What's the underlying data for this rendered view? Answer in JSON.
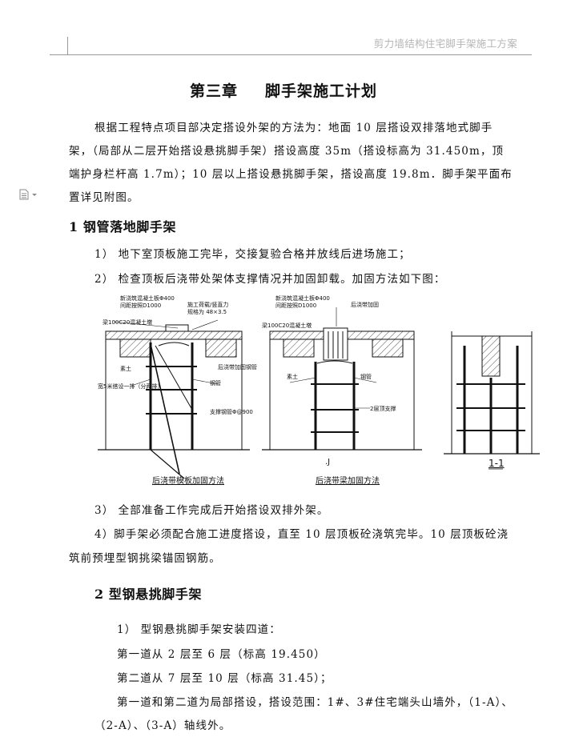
{
  "header": {
    "running_title": "剪力墙结构住宅脚手架施工方案"
  },
  "chapter": {
    "number": "第三章",
    "title": "脚手架施工计划"
  },
  "intro": {
    "lines": [
      "根据工程特点项目部决定搭设外架的方法为：地面 10 层搭设双排落地式脚手",
      "架，（局部从二层开始搭设悬挑脚手架）搭设高度 35m（搭设标高为 31.450m，顶",
      "端护身栏杆高 1.7m）；10 层以上搭设悬挑脚手架，搭设高度 19.8m．脚手架平面布",
      "置详见附图。"
    ]
  },
  "section1": {
    "heading": "1 钢管落地脚手架",
    "items": [
      "1） 地下室顶板施工完毕，交接复验合格并放线后进场施工；",
      "2） 检查顶板后浇带处架体支撑情况并加固卸载。加固方法如下图："
    ],
    "items_after": [
      "3） 全部准备工作完成后开始搭设双排外架。",
      "4）脚手架必须配合施工进度搭设，直至 10 层顶板砼浇筑完毕。10 层顶板砼浇",
      "筑前预埋型钢挑梁锚固钢筋。"
    ]
  },
  "figure": {
    "captions": [
      "后浇带模板加固方法",
      "后浇带梁加固方法",
      "1-1"
    ],
    "labels_left": [
      "新浇筑混凝土板Φ400",
      "间距按照D1000",
      "梁100C20混凝土墩",
      "素土",
      "钢管",
      "支撑钢管Φ@900",
      "施工荷载/竖直力",
      "规格为 48×3.5",
      "宽5米搭设一排（分两排）",
      "后浇带加固钢管"
    ],
    "labels_mid": [
      "新浇筑混凝土板Φ400",
      "间距按照D1000",
      "梁100C20混凝土墩",
      "素土",
      "钢管",
      "2层顶支撑",
      "后浇带加固"
    ],
    "mark": ".J"
  },
  "section2": {
    "heading": "2 型钢悬挑脚手架",
    "lines": [
      "1） 型钢悬挑脚手架安装四道：",
      "第一道从 2 层至 6 层（标高 19.450）",
      "第二道从 7 层至 10 层（标高 31.45）；",
      "第一道和第二道为局部搭设，搭设范围：1#、3#住宅端头山墙外，（1-A）、",
      "（2-A）、（3-A）轴线外。"
    ]
  }
}
